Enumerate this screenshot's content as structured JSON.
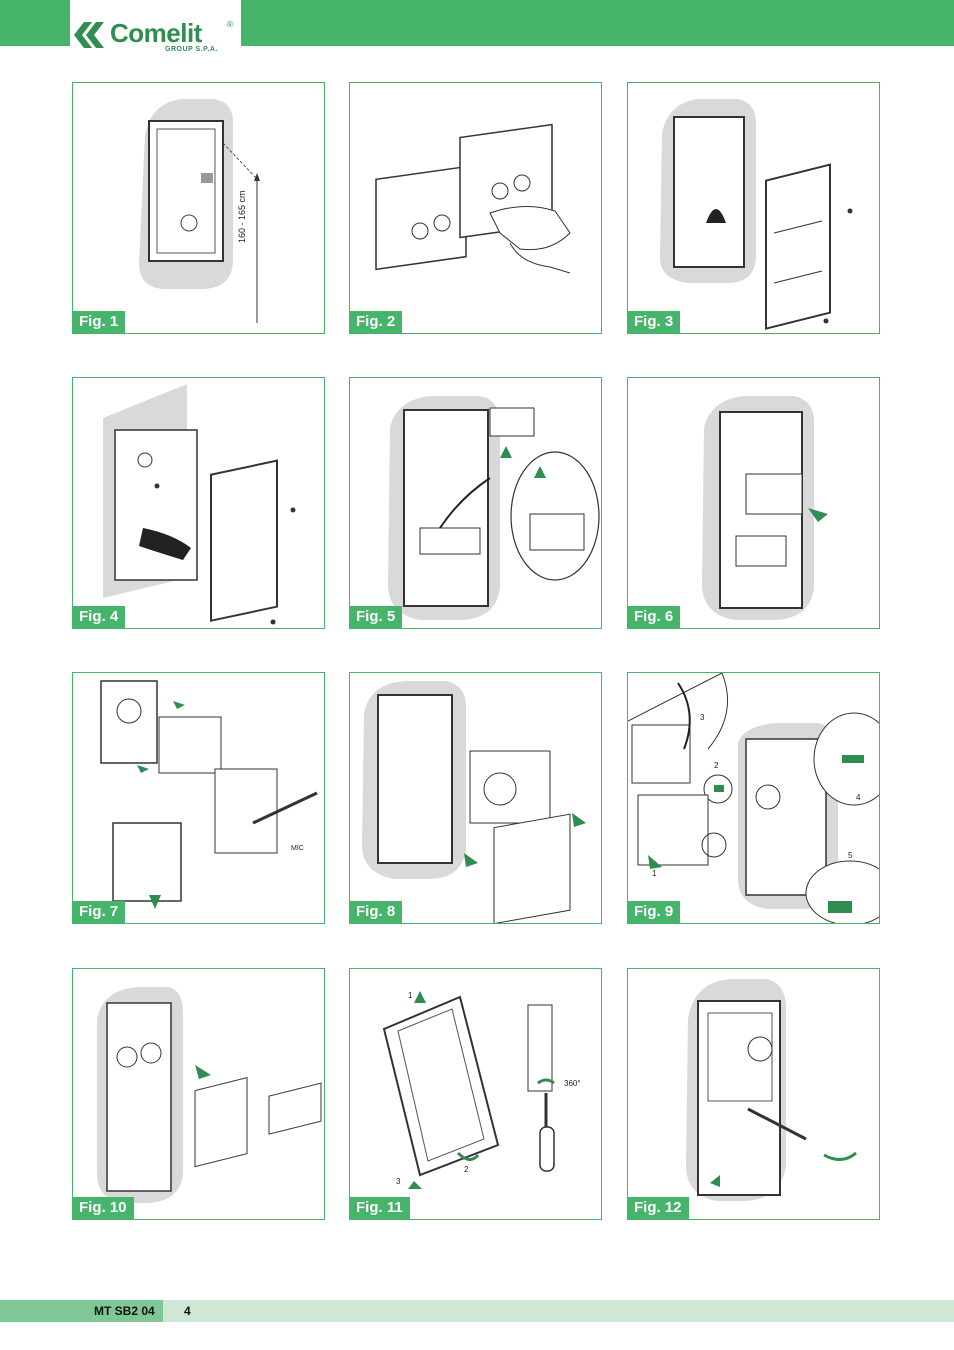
{
  "header": {
    "brand": "Comelit",
    "reg": "®",
    "subtitle": "GROUP S.P.A."
  },
  "figures": [
    {
      "label": "Fig. 1",
      "annotations": [
        "160 - 165 cm"
      ]
    },
    {
      "label": "Fig. 2",
      "annotations": []
    },
    {
      "label": "Fig. 3",
      "annotations": []
    },
    {
      "label": "Fig. 4",
      "annotations": []
    },
    {
      "label": "Fig. 5",
      "annotations": []
    },
    {
      "label": "Fig. 6",
      "annotations": []
    },
    {
      "label": "Fig. 7",
      "annotations": [
        "MIC"
      ]
    },
    {
      "label": "Fig. 8",
      "annotations": []
    },
    {
      "label": "Fig. 9",
      "annotations": [
        "3",
        "2",
        "4",
        "1",
        "5"
      ]
    },
    {
      "label": "Fig. 10",
      "annotations": []
    },
    {
      "label": "Fig. 11",
      "annotations": [
        "1",
        "2",
        "3",
        "360°"
      ]
    },
    {
      "label": "Fig. 12",
      "annotations": []
    }
  ],
  "footer": {
    "doc_code": "MT SB2 04",
    "page_number": "4"
  },
  "colors": {
    "brand_green": "#47b46c",
    "footer_light": "#cfe8d6",
    "footer_dark": "#7fc896"
  }
}
